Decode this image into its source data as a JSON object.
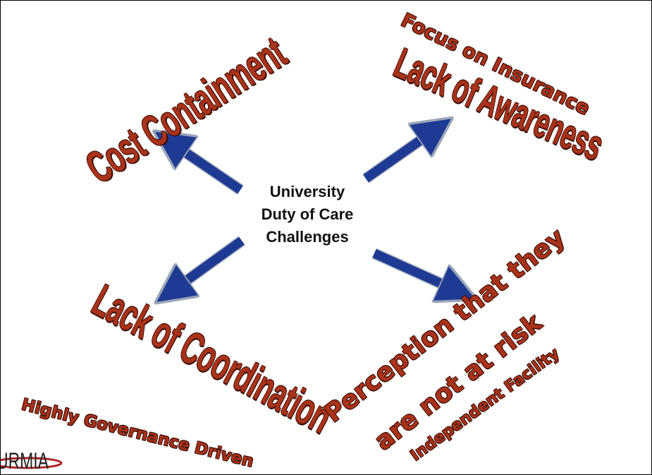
{
  "center": {
    "line1": "University",
    "line2": "Duty of Care",
    "line3": "Challenges"
  },
  "challenges": {
    "cost_containment": "Cost Containment",
    "focus_on_insurance": "Focus on Insurance",
    "lack_of_awareness": "Lack of Awareness",
    "lack_of_coordination": "Lack of Coordination",
    "perception_line1": "Perception that they",
    "perception_line2": "are not at risk",
    "independent_facility": "Independent Facility",
    "highly_governance_driven": "Highly Governance Driven"
  },
  "logo": {
    "text": "URMIA"
  },
  "colors": {
    "word_fill": "#a8321a",
    "word_outline": "#3a0d05",
    "arrow_fill": "#1f3a93",
    "arrow_outline": "#9aa6b8",
    "logo_red": "#b0232a"
  }
}
